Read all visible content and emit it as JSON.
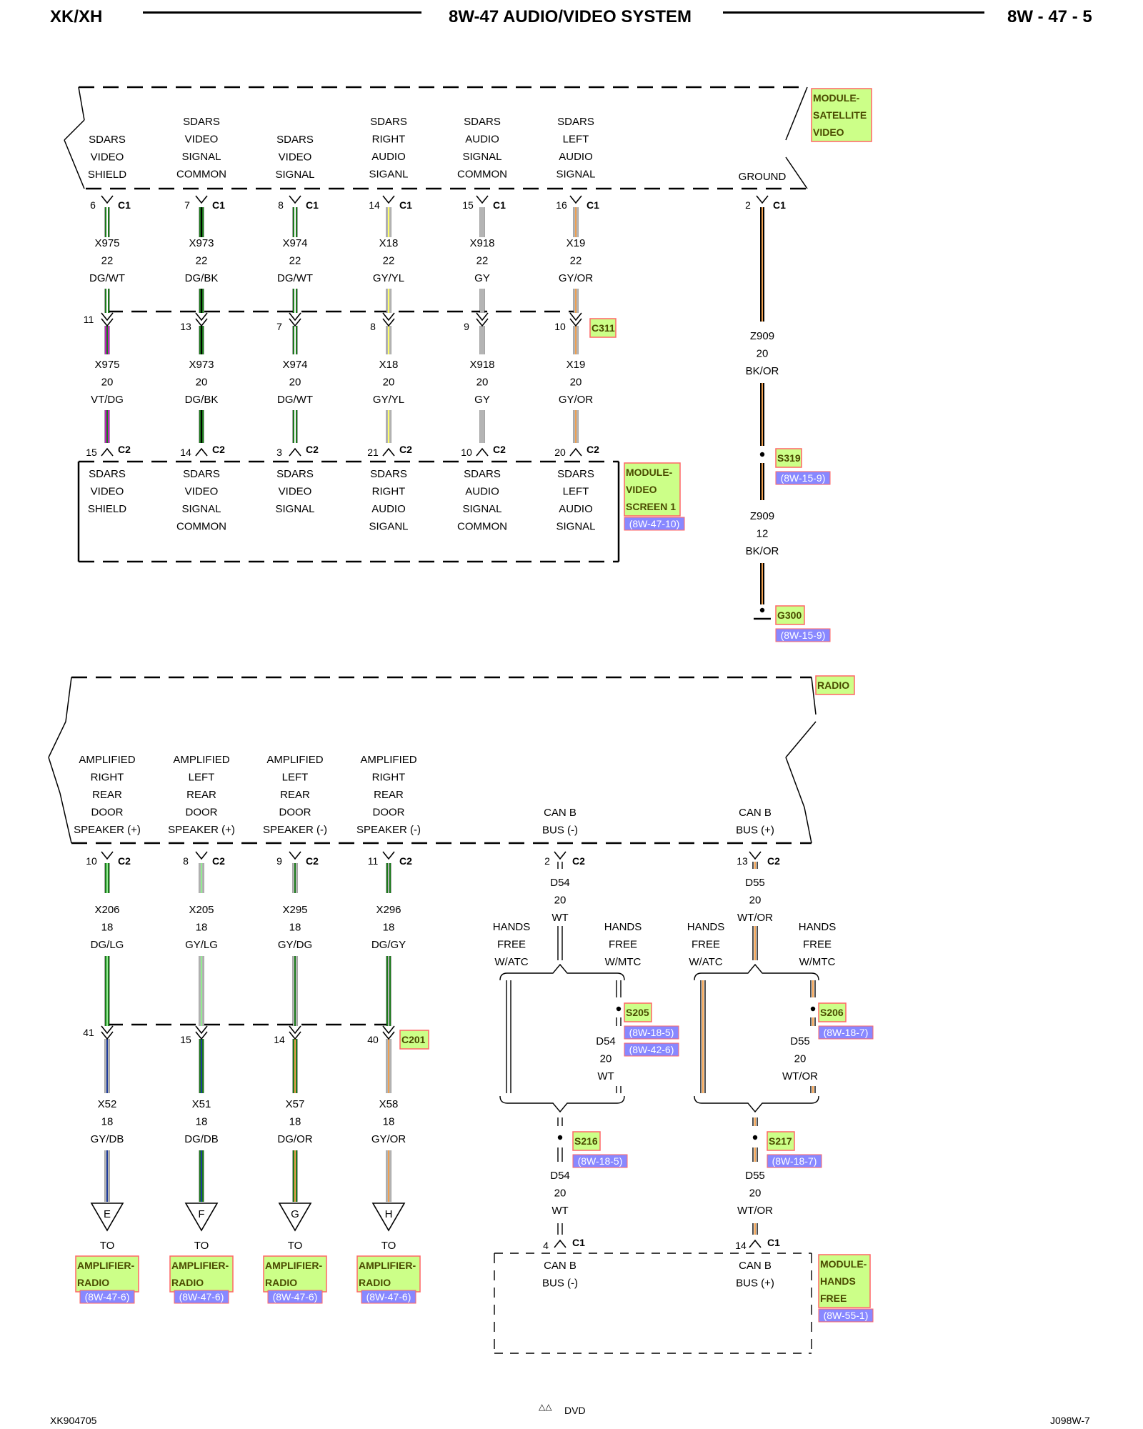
{
  "header": {
    "left": "XK/XH",
    "title": "8W-47 AUDIO/VIDEO SYSTEM",
    "page": "8W - 47 - 5"
  },
  "footer": {
    "left": "XK904705",
    "center_symbol": "△△",
    "center": "DVD",
    "right": "J098W-7"
  },
  "colors": {
    "DG": "#1a7a1a",
    "VT": "#c020c0",
    "GY": "#b4b4b4",
    "YL": "#ffff66",
    "OR": "#f0a050",
    "BK": "#000000",
    "LG": "#90ee90",
    "DB": "#1e3c9c",
    "WT": "#ffffff",
    "component_fill": "#ccff88",
    "component_border": "#ff6666",
    "ref_fill": "#8888ff",
    "ref_text": "#ffffff"
  },
  "modules": {
    "satellite": "MODULE-\nSATELLITE\nVIDEO",
    "video_screen": "MODULE-\nVIDEO\nSCREEN 1",
    "video_screen_ref": "(8W-47-10)",
    "radio": "RADIO",
    "hands_free": "MODULE-\nHANDS\nFREE",
    "hands_free_ref": "(8W-55-1)"
  },
  "connectors": {
    "c311": "C311",
    "c201": "C201",
    "c1": "C1",
    "c2": "C2"
  },
  "splices": {
    "s319": "S319",
    "s319_ref": "(8W-15-9)",
    "g300": "G300",
    "g300_ref": "(8W-15-9)",
    "s205": "S205",
    "s205_ref1": "(8W-18-5)",
    "s205_ref2": "(8W-42-6)",
    "s206": "S206",
    "s206_ref": "(8W-18-7)",
    "s216": "S216",
    "s216_ref": "(8W-18-5)",
    "s217": "S217",
    "s217_ref": "(8W-18-7)"
  },
  "sat_circuits": [
    {
      "label": "SDARS\nVIDEO\nSHIELD",
      "c1_pin": "6",
      "w1": "X975",
      "g1": "22",
      "col1": "DG/WT",
      "c311_pin": "11",
      "w2": "X975",
      "g2": "20",
      "col2": "VT/DG",
      "c2_pin": "15",
      "scr": "SDARS\nVIDEO\nSHIELD"
    },
    {
      "label": "SDARS\nVIDEO\nSIGNAL\nCOMMON",
      "c1_pin": "7",
      "w1": "X973",
      "g1": "22",
      "col1": "DG/BK",
      "c311_pin": "13",
      "w2": "X973",
      "g2": "20",
      "col2": "DG/BK",
      "c2_pin": "14",
      "scr": "SDARS\nVIDEO\nSIGNAL\nCOMMON"
    },
    {
      "label": "SDARS\nVIDEO\nSIGNAL",
      "c1_pin": "8",
      "w1": "X974",
      "g1": "22",
      "col1": "DG/WT",
      "c311_pin": "7",
      "w2": "X974",
      "g2": "20",
      "col2": "DG/WT",
      "c2_pin": "3",
      "scr": "SDARS\nVIDEO\nSIGNAL"
    },
    {
      "label": "SDARS\nRIGHT\nAUDIO\nSIGANL",
      "c1_pin": "14",
      "w1": "X18",
      "g1": "22",
      "col1": "GY/YL",
      "c311_pin": "8",
      "w2": "X18",
      "g2": "20",
      "col2": "GY/YL",
      "c2_pin": "21",
      "scr": "SDARS\nRIGHT\nAUDIO\nSIGANL"
    },
    {
      "label": "SDARS\nAUDIO\nSIGNAL\nCOMMON",
      "c1_pin": "15",
      "w1": "X918",
      "g1": "22",
      "col1": "GY",
      "c311_pin": "9",
      "w2": "X918",
      "g2": "20",
      "col2": "GY",
      "c2_pin": "10",
      "scr": "SDARS\nAUDIO\nSIGNAL\nCOMMON"
    },
    {
      "label": "SDARS\nLEFT\nAUDIO\nSIGNAL",
      "c1_pin": "16",
      "w1": "X19",
      "g1": "22",
      "col1": "GY/OR",
      "c311_pin": "10",
      "w2": "X19",
      "g2": "20",
      "col2": "GY/OR",
      "c2_pin": "20",
      "scr": "SDARS\nLEFT\nAUDIO\nSIGNAL"
    }
  ],
  "ground": {
    "label": "GROUND",
    "c1_pin": "2",
    "w1": "Z909",
    "g1": "20",
    "col1": "BK/OR",
    "w2": "Z909",
    "g2": "12",
    "col2": "BK/OR"
  },
  "speakers": [
    {
      "label": "AMPLIFIED\nRIGHT\nREAR\nDOOR\nSPEAKER (+)",
      "c2_pin": "10",
      "w1": "X206",
      "g1": "18",
      "col1": "DG/LG",
      "c201_pin": "41",
      "w2": "X52",
      "g2": "18",
      "col2": "GY/DB",
      "tag": "E",
      "to": "TO",
      "dest": "AMPLIFIER-\nRADIO",
      "ref": "(8W-47-6)"
    },
    {
      "label": "AMPLIFIED\nLEFT\nREAR\nDOOR\nSPEAKER (+)",
      "c2_pin": "8",
      "w1": "X205",
      "g1": "18",
      "col1": "GY/LG",
      "c201_pin": "15",
      "w2": "X51",
      "g2": "18",
      "col2": "DG/DB",
      "tag": "F",
      "to": "TO",
      "dest": "AMPLIFIER-\nRADIO",
      "ref": "(8W-47-6)"
    },
    {
      "label": "AMPLIFIED\nLEFT\nREAR\nDOOR\nSPEAKER (-)",
      "c2_pin": "9",
      "w1": "X295",
      "g1": "18",
      "col1": "GY/DG",
      "c201_pin": "14",
      "w2": "X57",
      "g2": "18",
      "col2": "DG/OR",
      "tag": "G",
      "to": "TO",
      "dest": "AMPLIFIER-\nRADIO",
      "ref": "(8W-47-6)"
    },
    {
      "label": "AMPLIFIED\nRIGHT\nREAR\nDOOR\nSPEAKER (-)",
      "c2_pin": "11",
      "w1": "X296",
      "g1": "18",
      "col1": "DG/GY",
      "c201_pin": "40",
      "w2": "X58",
      "g2": "18",
      "col2": "GY/OR",
      "tag": "H",
      "to": "TO",
      "dest": "AMPLIFIER-\nRADIO",
      "ref": "(8W-47-6)"
    }
  ],
  "can_bus": [
    {
      "label": "CAN B\nBUS (-)",
      "c2_pin": "2",
      "w": "D54",
      "g": "20",
      "col": "WT",
      "hf_atc": "HANDS\nFREE\nW/ATC",
      "hf_mtc": "HANDS\nFREE\nW/MTC",
      "mid_w": "D54",
      "mid_g": "20",
      "mid_col": "WT",
      "bot_w": "D54",
      "bot_g": "20",
      "bot_col": "WT",
      "c1_pin": "4",
      "hf_label": "CAN B\nBUS (-)"
    },
    {
      "label": "CAN B\nBUS (+)",
      "c2_pin": "13",
      "w": "D55",
      "g": "20",
      "col": "WT/OR",
      "hf_atc": "HANDS\nFREE\nW/ATC",
      "hf_mtc": "HANDS\nFREE\nW/MTC",
      "mid_w": "D55",
      "mid_g": "20",
      "mid_col": "WT/OR",
      "bot_w": "D55",
      "bot_g": "20",
      "bot_col": "WT/OR",
      "c1_pin": "14",
      "hf_label": "CAN B\nBUS (+)"
    }
  ]
}
